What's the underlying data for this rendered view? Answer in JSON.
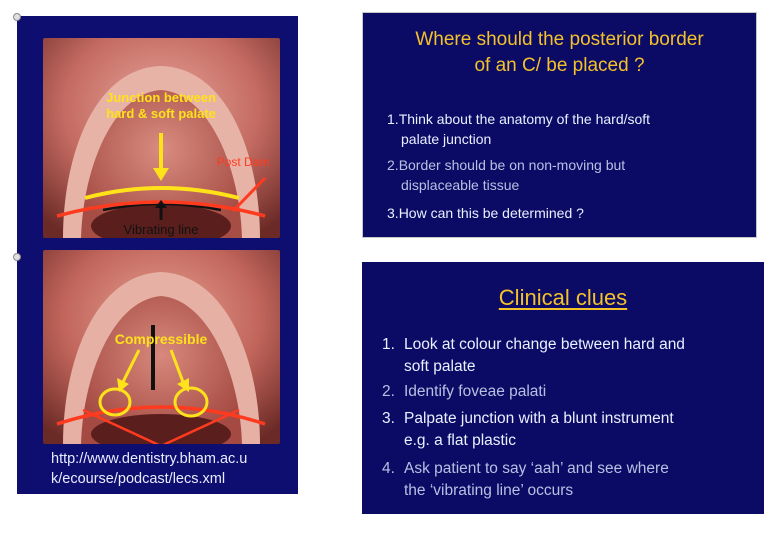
{
  "left_panel": {
    "photo_top": {
      "label_junction_line1": "Junction between",
      "label_junction_line2": "hard & soft palate",
      "label_post_dam": "Post Dam",
      "label_vibrating_line": "Vibrating line"
    },
    "photo_bottom": {
      "label_compressible": "Compressible"
    },
    "url_line1": "http://www.dentistry.bham.ac.u",
    "url_line2": "k/ecourse/podcast/lecs.xml"
  },
  "slide1": {
    "title_line1": "Where should the posterior border",
    "title_line2": "of an C/ be placed ?",
    "items": [
      {
        "number": "1.",
        "line1": "Think about the anatomy of the hard/soft",
        "line2": "palate junction"
      },
      {
        "number": "2.",
        "line1": "Border should be on non-moving but",
        "line2": "displaceable tissue"
      },
      {
        "number": "3.",
        "line1": "How can this be determined ?"
      }
    ]
  },
  "slide2": {
    "title": "Clinical clues",
    "items": [
      {
        "number": "1.",
        "line1": "Look at colour change between hard and",
        "line2": "soft palate"
      },
      {
        "number": "2.",
        "line1": "Identify foveae palati"
      },
      {
        "number": "3.",
        "line1": "Palpate junction with a blunt instrument",
        "line2": "e.g. a flat plastic"
      },
      {
        "number": "4.",
        "line1": "Ask patient to say ‘aah’ and see where",
        "line2": "the ‘vibrating line’ occurs"
      }
    ]
  },
  "colors": {
    "slide_background": "#0b0b66",
    "title_yellow": "#f3c12a",
    "text_light": "#e9f0ff",
    "text_muted": "#b8c0e2",
    "annotation_red": "#ff3b1f",
    "annotation_yellow": "#ffe21a"
  }
}
